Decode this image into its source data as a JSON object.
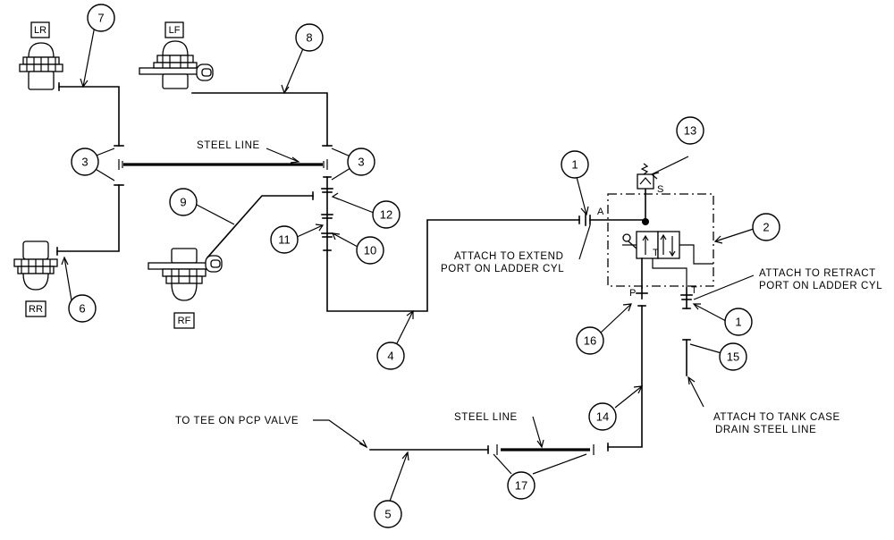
{
  "callouts": [
    "1",
    "1",
    "2",
    "3",
    "3",
    "4",
    "5",
    "6",
    "7",
    "8",
    "9",
    "10",
    "11",
    "12",
    "13",
    "14",
    "15",
    "16",
    "17"
  ],
  "wheels": {
    "lr": "LR",
    "lf": "LF",
    "rr": "RR",
    "rf": "RF"
  },
  "labels": {
    "steel_line_top": "STEEL LINE",
    "steel_line_bottom": "STEEL LINE",
    "extend_1": "ATTACH TO EXTEND",
    "extend_2": "PORT ON LADDER CYL",
    "retract_1": "ATTACH TO RETRACT",
    "retract_2": "PORT ON LADDER CYL",
    "tank_1": "ATTACH TO TANK CASE",
    "tank_2": "DRAIN STEEL LINE",
    "tee": "TO TEE ON PCP VALVE"
  },
  "ports": {
    "a": "A",
    "s": "S",
    "p": "P",
    "t": "T",
    "t_inner": "T"
  }
}
